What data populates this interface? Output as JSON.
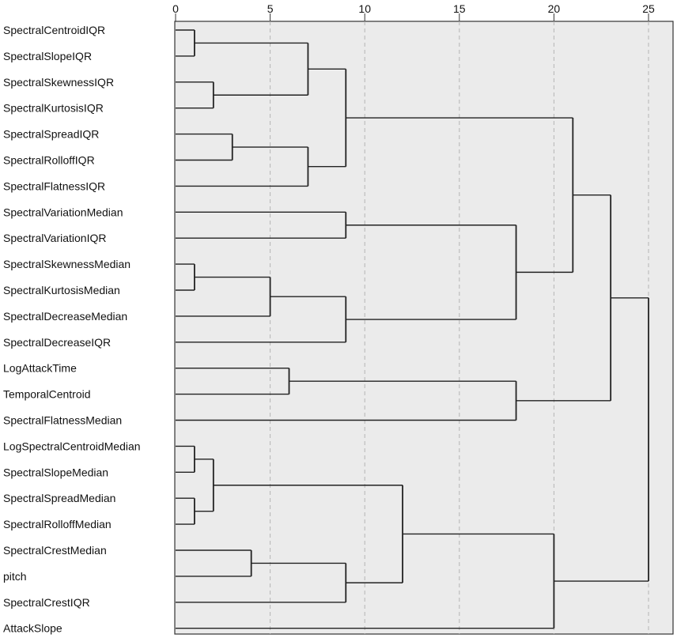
{
  "chart_data": {
    "type": "dendrogram",
    "xlim": [
      0,
      25
    ],
    "x_ticks": [
      0,
      5,
      10,
      15,
      20,
      25
    ],
    "x_tick_labels": [
      "0",
      "5",
      "10",
      "15",
      "20",
      "25"
    ],
    "grid": true,
    "leaves": [
      "SpectralCentroidIQR",
      "SpectralSlopeIQR",
      "SpectralSkewnessIQR",
      "SpectralKurtosisIQR",
      "SpectralSpreadIQR",
      "SpectralRolloffIQR",
      "SpectralFlatnessIQR",
      "SpectralVariationMedian",
      "SpectralVariationIQR",
      "SpectralSkewnessMedian",
      "SpectralKurtosisMedian",
      "SpectralDecreaseMedian",
      "SpectralDecreaseIQR",
      "LogAttackTime",
      "TemporalCentroid",
      "SpectralFlatnessMedian",
      "LogSpectralCentroidMedian",
      "SpectralSlopeMedian",
      "SpectralSpreadMedian",
      "SpectralRolloffMedian",
      "SpectralCrestMedian",
      "pitch",
      "SpectralCrestIQR",
      "AttackSlope"
    ],
    "merges": [
      {
        "id": "n1",
        "height": 1,
        "children": [
          "L0",
          "L1"
        ]
      },
      {
        "id": "n2",
        "height": 2,
        "children": [
          "L2",
          "L3"
        ]
      },
      {
        "id": "n3",
        "height": 7,
        "children": [
          "n1",
          "n2"
        ]
      },
      {
        "id": "n4",
        "height": 3,
        "children": [
          "L4",
          "L5"
        ]
      },
      {
        "id": "n5",
        "height": 7,
        "children": [
          "n4",
          "L6"
        ]
      },
      {
        "id": "n6",
        "height": 9,
        "children": [
          "n3",
          "n5"
        ]
      },
      {
        "id": "n7",
        "height": 9,
        "children": [
          "L7",
          "L8"
        ]
      },
      {
        "id": "n8",
        "height": 1,
        "children": [
          "L9",
          "L10"
        ]
      },
      {
        "id": "n9",
        "height": 5,
        "children": [
          "n8",
          "L11"
        ]
      },
      {
        "id": "n10",
        "height": 9,
        "children": [
          "n9",
          "L12"
        ]
      },
      {
        "id": "n11",
        "height": 18,
        "children": [
          "n7",
          "n10"
        ]
      },
      {
        "id": "n12",
        "height": 21,
        "children": [
          "n6",
          "n11"
        ]
      },
      {
        "id": "n13",
        "height": 6,
        "children": [
          "L13",
          "L14"
        ]
      },
      {
        "id": "n14",
        "height": 18,
        "children": [
          "n13",
          "L15"
        ]
      },
      {
        "id": "n15",
        "height": 23,
        "children": [
          "n12",
          "n14"
        ]
      },
      {
        "id": "n16",
        "height": 1,
        "children": [
          "L16",
          "L17"
        ]
      },
      {
        "id": "n17",
        "height": 1,
        "children": [
          "L18",
          "L19"
        ]
      },
      {
        "id": "n18",
        "height": 2,
        "children": [
          "n16",
          "n17"
        ]
      },
      {
        "id": "n19",
        "height": 4,
        "children": [
          "L20",
          "L21"
        ]
      },
      {
        "id": "n20",
        "height": 9,
        "children": [
          "n19",
          "L22"
        ]
      },
      {
        "id": "n21",
        "height": 12,
        "children": [
          "n18",
          "n20"
        ]
      },
      {
        "id": "n22",
        "height": 20,
        "children": [
          "n21",
          "L23"
        ]
      },
      {
        "id": "n23",
        "height": 25,
        "children": [
          "n15",
          "n22"
        ]
      }
    ],
    "colors": {
      "plot_background": "#ebebeb",
      "plot_border": "#333333",
      "grid_line": "#b5b5b5",
      "branch_line": "#222222",
      "text": "#111111"
    }
  }
}
